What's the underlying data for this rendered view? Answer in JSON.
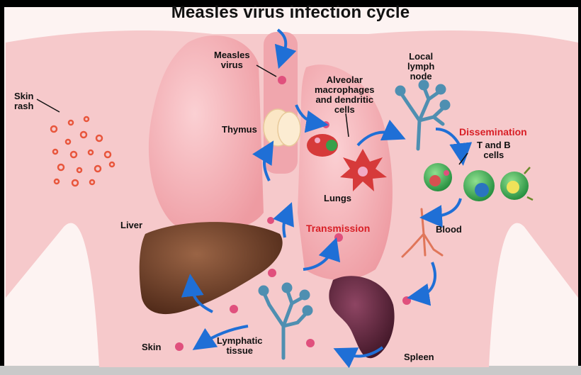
{
  "title": "Measles virus infection cycle",
  "labels": {
    "measles_virus": [
      "Measles",
      "virus"
    ],
    "skin_rash": [
      "Skin",
      "rash"
    ],
    "thymus": "Thymus",
    "alveolar": [
      "Alveolar",
      "macrophages",
      "and dendritic",
      "cells"
    ],
    "local_lymph": [
      "Local",
      "lymph",
      "node"
    ],
    "dissemination": "Dissemination",
    "t_and_b": [
      "T and B",
      "cells"
    ],
    "lungs": "Lungs",
    "liver": "Liver",
    "transmission": "Transmission",
    "blood": "Blood",
    "skin": "Skin",
    "lymphatic": [
      "Lymphatic",
      "tissue"
    ],
    "spleen": "Spleen"
  },
  "colors": {
    "body": "#f6c9cb",
    "lung": "#f3a9ae",
    "arrow": "#1f6fd6",
    "virus": "#e0507d",
    "highlight_red": "#d81f26",
    "liver": "#6b3a22",
    "spleen": "#5c2238",
    "lymph": "#4f8fb1"
  }
}
